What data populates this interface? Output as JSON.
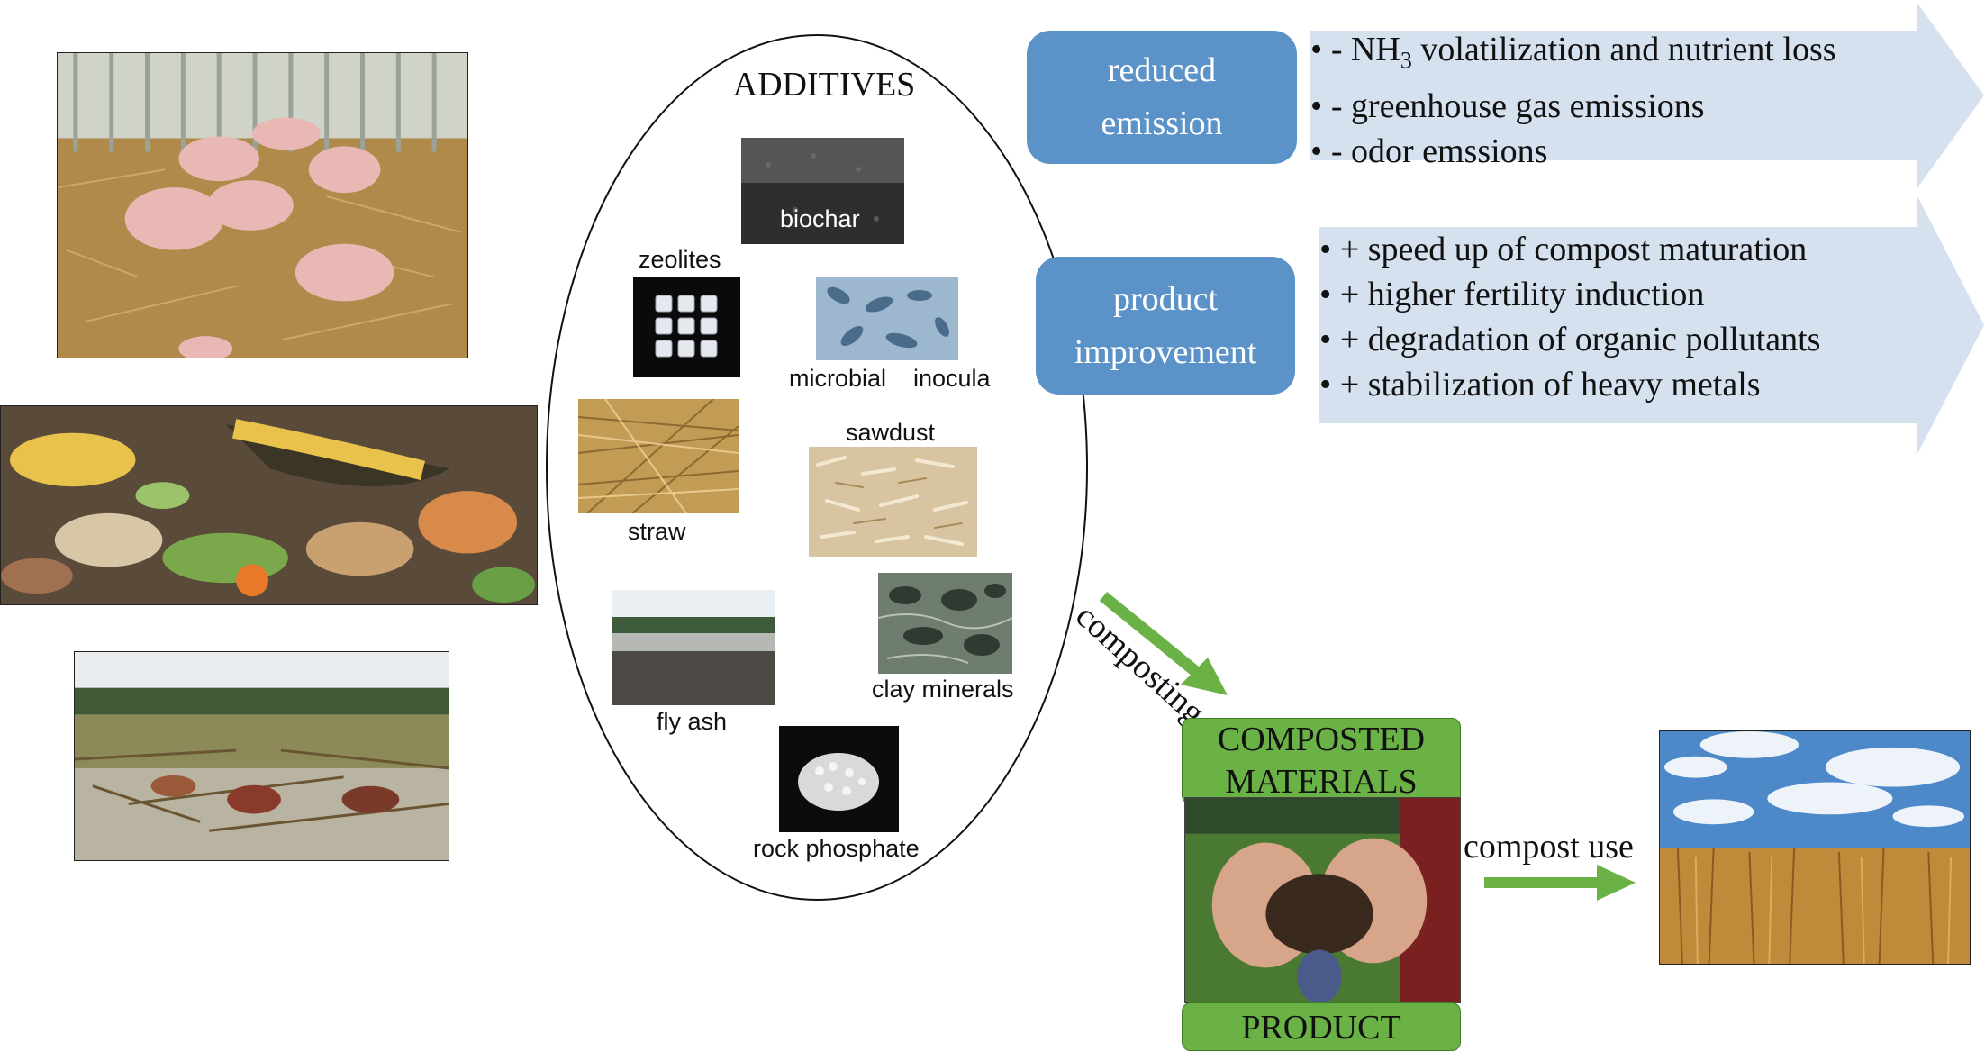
{
  "additives": {
    "title": "ADDITIVES",
    "items": [
      {
        "id": "biochar",
        "label": "biochar"
      },
      {
        "id": "zeolites",
        "label": "zeolites"
      },
      {
        "id": "microbial",
        "label": "microbial"
      },
      {
        "id": "inocula",
        "label": "inocula"
      },
      {
        "id": "straw",
        "label": "straw"
      },
      {
        "id": "sawdust",
        "label": "sawdust"
      },
      {
        "id": "fly_ash",
        "label": "fly ash"
      },
      {
        "id": "clay_minerals",
        "label": "clay minerals"
      },
      {
        "id": "rock_phosphate",
        "label": "rock phosphate"
      }
    ]
  },
  "effects": [
    {
      "box_line1": "reduced",
      "box_line2": "emission",
      "bullets": [
        {
          "prefix": "- NH",
          "sub": "3",
          "suffix": " volatilization and nutrient loss"
        },
        {
          "prefix": "- greenhouse gas emissions",
          "sub": "",
          "suffix": ""
        },
        {
          "prefix": "- odor emssions",
          "sub": "",
          "suffix": ""
        }
      ]
    },
    {
      "box_line1": "product",
      "box_line2": "improvement",
      "bullets": [
        {
          "prefix": "+ speed up of compost maturation",
          "sub": "",
          "suffix": ""
        },
        {
          "prefix": "+ higher fertility induction",
          "sub": "",
          "suffix": ""
        },
        {
          "prefix": "+ degradation of organic pollutants",
          "sub": "",
          "suffix": ""
        },
        {
          "prefix": "+ stabilization of heavy metals",
          "sub": "",
          "suffix": ""
        }
      ]
    }
  ],
  "process": {
    "composting_label": "composting",
    "composted_line1": "COMPOSTED",
    "composted_line2": "MATERIALS",
    "product_label": "PRODUCT",
    "compost_use_label": "compost use"
  },
  "colors": {
    "box_blue": "#5b93c9",
    "arrow_blue": "#d6e1f0",
    "green": "#6ab245",
    "green_arrow": "#6ab245"
  }
}
